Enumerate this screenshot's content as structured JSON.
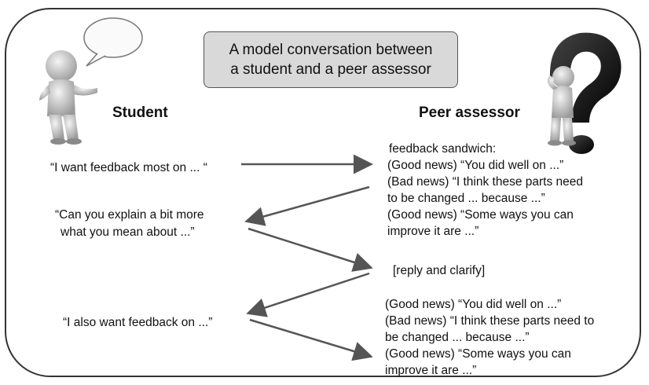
{
  "title": {
    "line1": "A model conversation between",
    "line2": "a student and a peer assessor"
  },
  "student": {
    "label": "Student",
    "msg1": "“I want feedback most on ... “",
    "msg2_line1": "“Can you explain a bit more",
    "msg2_line2": "what you mean about ...”",
    "msg3": "“I also want feedback on ...”"
  },
  "assessor": {
    "label": "Peer assessor",
    "sandwich_header": "feedback sandwich:",
    "r1_line1": "(Good news) “You did well on ...”",
    "r1_line2": "(Bad news) “I think these parts need",
    "r1_line3": "to be changed ... because ...”",
    "r1_line4": "(Good news) “Some ways you can",
    "r1_line5": "improve it are ...”",
    "reply": "[reply and clarify]",
    "r2_line1": "(Good news) “You did well on ...”",
    "r2_line2": "(Bad news) “I think these parts need to",
    "r2_line3": "be changed ... because ...”",
    "r2_line4": "(Good news) “Some ways you can",
    "r2_line5": "improve it are ...”"
  },
  "icons": {
    "student": "person-with-speech-bubble",
    "assessor": "person-with-question-mark"
  }
}
